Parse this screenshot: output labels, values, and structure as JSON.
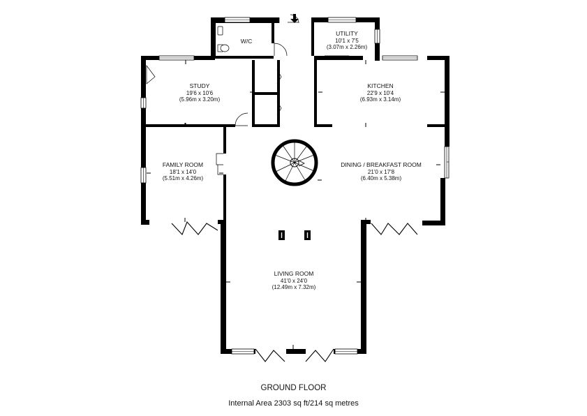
{
  "rooms": {
    "wc": {
      "name": "W/C"
    },
    "utility": {
      "name": "UTILITY",
      "dim_imperial": "10'1 x 7'5",
      "dim_metric": "(3.07m x 2.26m)"
    },
    "study": {
      "name": "STUDY",
      "dim_imperial": "19'6 x 10'6",
      "dim_metric": "(5.96m x 3.20m)"
    },
    "kitchen": {
      "name": "KITCHEN",
      "dim_imperial": "22'9 x 10'4",
      "dim_metric": "(6.93m x 3.14m)"
    },
    "family_room": {
      "name": "FAMILY ROOM",
      "dim_imperial": "18'1 x 14'0",
      "dim_metric": "(5.51m x 4.26m)"
    },
    "dining_breakfast": {
      "name": "DINING / BREAKFAST ROOM",
      "dim_imperial": "21'0 x 17'8",
      "dim_metric": "(6.40m x 5.38m)"
    },
    "living_room": {
      "name": "LIVING ROOM",
      "dim_imperial": "41'0 x 24'0",
      "dim_metric": "(12.49m x 7.32m)"
    }
  },
  "footer": {
    "floor_name": "GROUND FLOOR",
    "internal_area": "Internal Area 2303 sq ft/214 sq metres"
  },
  "colors": {
    "wall": "#000000",
    "background": "#ffffff",
    "text": "#111111"
  },
  "icons": {
    "entrance": "down-arrow-icon",
    "staircase": "spiral-staircase-icon",
    "toilet": "toilet-icon"
  }
}
